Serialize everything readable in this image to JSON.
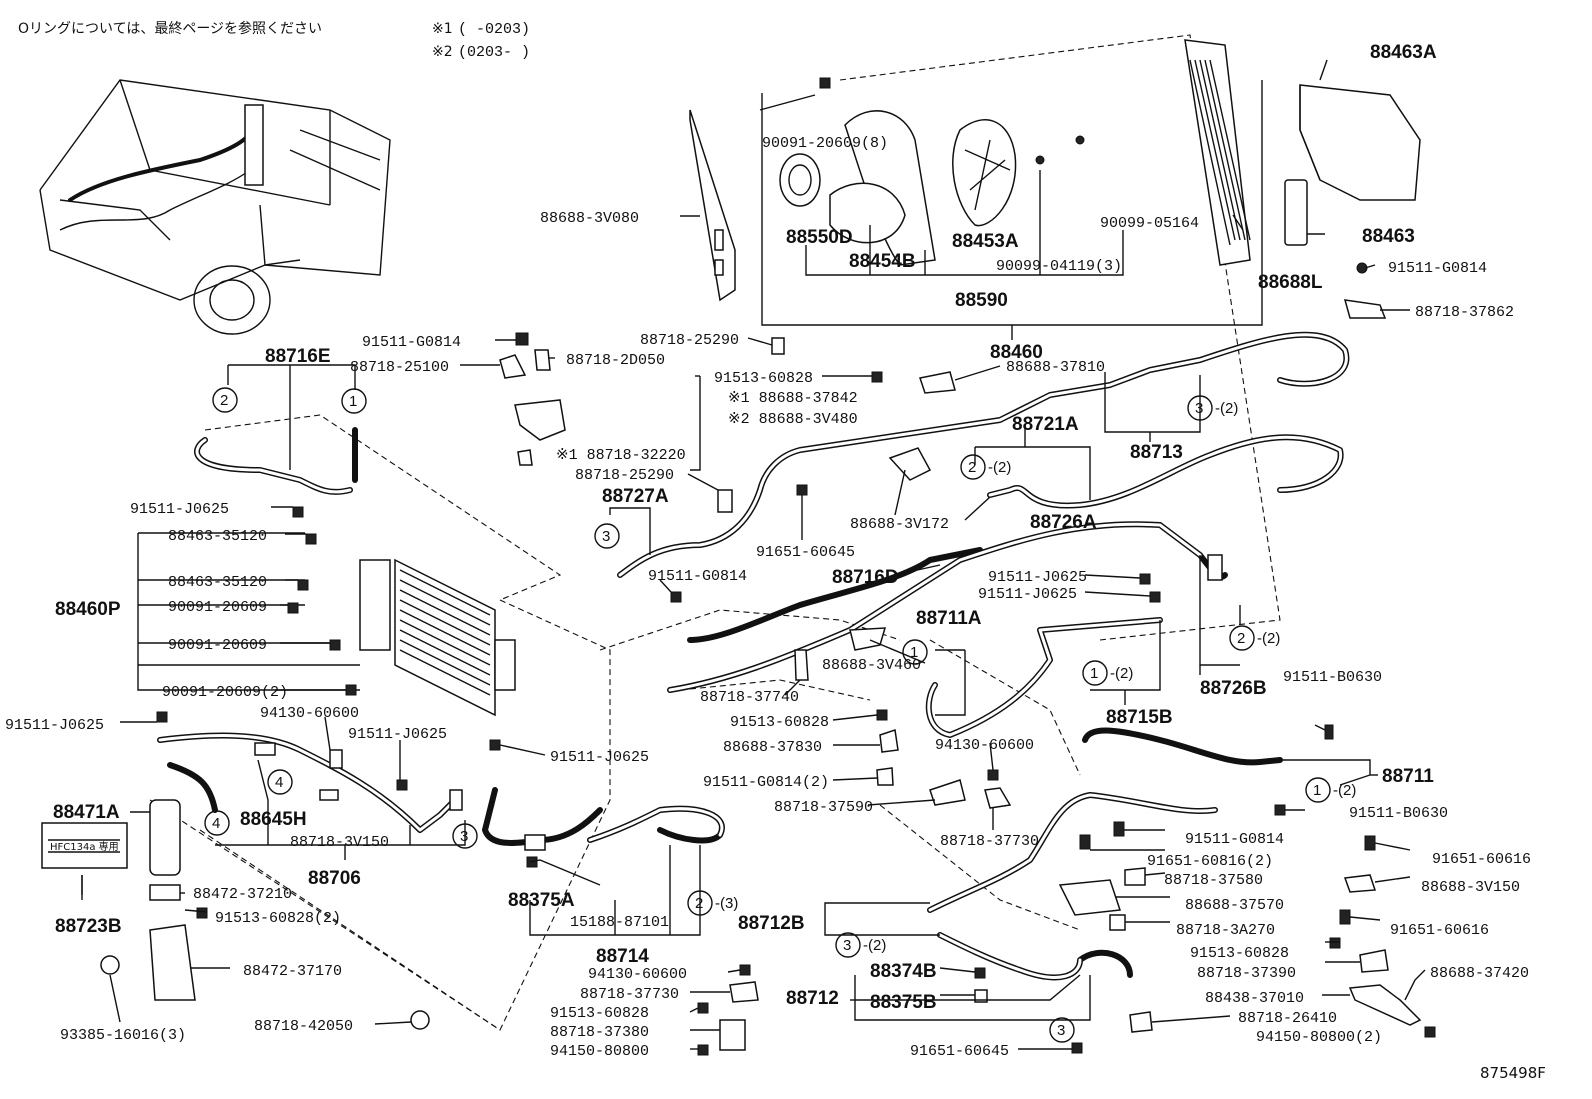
{
  "header": {
    "note": "Oリングについては、最終ページを参照ください",
    "ref1_mark": "※1",
    "ref1_range": "(     -0203)",
    "ref2_mark": "※2",
    "ref2_range": "(0203-      )"
  },
  "footer": {
    "diagram_id": "875498F"
  },
  "label_text": {
    "hfc": "HFC134a 専用"
  },
  "labels": [
    {
      "id": "88463A",
      "text": "88463A"
    },
    {
      "id": "90091-20609-8",
      "text": "90091-20609(8)"
    },
    {
      "id": "88688-3V080",
      "text": "88688-3V080"
    },
    {
      "id": "88550D",
      "text": "88550D"
    },
    {
      "id": "88454B",
      "text": "88454B"
    },
    {
      "id": "88453A",
      "text": "88453A"
    },
    {
      "id": "90099-04119-3",
      "text": "90099-04119(3)"
    },
    {
      "id": "90099-05164",
      "text": "90099-05164"
    },
    {
      "id": "88590",
      "text": "88590"
    },
    {
      "id": "88688L",
      "text": "88688L"
    },
    {
      "id": "88463",
      "text": "88463"
    },
    {
      "id": "91511-G0814-a",
      "text": "91511-G0814"
    },
    {
      "id": "88718-37862",
      "text": "88718-37862"
    },
    {
      "id": "88716E",
      "text": "88716E"
    },
    {
      "id": "91511-G0814-b",
      "text": "91511-G0814"
    },
    {
      "id": "88718-25100",
      "text": "88718-25100"
    },
    {
      "id": "88718-2D050",
      "text": "88718-2D050"
    },
    {
      "id": "88718-25290-a",
      "text": "88718-25290"
    },
    {
      "id": "88460",
      "text": "88460"
    },
    {
      "id": "88688-37810",
      "text": "88688-37810"
    },
    {
      "id": "91513-60828-a",
      "text": "91513-60828"
    },
    {
      "id": "88688-37842",
      "text": "※1 88688-37842"
    },
    {
      "id": "88688-3V480",
      "text": "※2 88688-3V480"
    },
    {
      "id": "88718-32220",
      "text": "※1 88718-32220"
    },
    {
      "id": "88718-25290-b",
      "text": "88718-25290"
    },
    {
      "id": "88721A",
      "text": "88721A"
    },
    {
      "id": "88713",
      "text": "88713"
    },
    {
      "id": "88727A",
      "text": "88727A"
    },
    {
      "id": "91511-J0625-a",
      "text": "91511-J0625"
    },
    {
      "id": "88688-3V172",
      "text": "88688-3V172"
    },
    {
      "id": "88726A",
      "text": "88726A"
    },
    {
      "id": "88463-35120-a",
      "text": "88463-35120"
    },
    {
      "id": "91651-60645-a",
      "text": "91651-60645"
    },
    {
      "id": "88463-35120-b",
      "text": "88463-35120"
    },
    {
      "id": "91511-G0814-c",
      "text": "91511-G0814"
    },
    {
      "id": "88716D",
      "text": "88716D"
    },
    {
      "id": "91511-J0625-b",
      "text": "91511-J0625"
    },
    {
      "id": "88460P",
      "text": "88460P"
    },
    {
      "id": "90091-20609-a",
      "text": "90091-20609"
    },
    {
      "id": "91511-J0625-c",
      "text": "91511-J0625"
    },
    {
      "id": "88711A",
      "text": "88711A"
    },
    {
      "id": "90091-20609-b",
      "text": "90091-20609"
    },
    {
      "id": "88718-37740",
      "text": "88718-37740"
    },
    {
      "id": "88688-3V460",
      "text": "88688-3V460"
    },
    {
      "id": "88726B",
      "text": "88726B"
    },
    {
      "id": "91511-B0630-a",
      "text": "91511-B0630"
    },
    {
      "id": "90091-20609-2",
      "text": "90091-20609(2)"
    },
    {
      "id": "94130-60600-a",
      "text": "94130-60600"
    },
    {
      "id": "88715B",
      "text": "88715B"
    },
    {
      "id": "91511-J0625-d",
      "text": "91511-J0625"
    },
    {
      "id": "91513-60828-b",
      "text": "91513-60828"
    },
    {
      "id": "91511-J0625-e",
      "text": "91511-J0625"
    },
    {
      "id": "88688-37830",
      "text": "88688-37830"
    },
    {
      "id": "94130-60600-b",
      "text": "94130-60600"
    },
    {
      "id": "91511-J0625-f",
      "text": "91511-J0625"
    },
    {
      "id": "91511-G0814-2",
      "text": "91511-G0814(2)"
    },
    {
      "id": "88711",
      "text": "88711"
    },
    {
      "id": "88645H",
      "text": "88645H"
    },
    {
      "id": "88718-37590",
      "text": "88718-37590"
    },
    {
      "id": "91511-B0630-b",
      "text": "91511-B0630"
    },
    {
      "id": "88471A",
      "text": "88471A"
    },
    {
      "id": "88718-3V150",
      "text": "88718-3V150"
    },
    {
      "id": "88718-37730-a",
      "text": "88718-37730"
    },
    {
      "id": "91511-G0814-d",
      "text": "91511-G0814"
    },
    {
      "id": "91651-60816-2",
      "text": "91651-60816(2)"
    },
    {
      "id": "91651-60616-a",
      "text": "91651-60616"
    },
    {
      "id": "88706",
      "text": "88706"
    },
    {
      "id": "88718-37580",
      "text": "88718-37580"
    },
    {
      "id": "88688-3V150",
      "text": "88688-3V150"
    },
    {
      "id": "88472-37210",
      "text": "88472-37210"
    },
    {
      "id": "88375A",
      "text": "88375A"
    },
    {
      "id": "88688-37570",
      "text": "88688-37570"
    },
    {
      "id": "88723B",
      "text": "88723B"
    },
    {
      "id": "91513-60828-2",
      "text": "91513-60828(2)"
    },
    {
      "id": "15188-87101",
      "text": "15188-87101"
    },
    {
      "id": "88712B",
      "text": "88712B"
    },
    {
      "id": "88718-3A270",
      "text": "88718-3A270"
    },
    {
      "id": "91651-60616-b",
      "text": "91651-60616"
    },
    {
      "id": "88714",
      "text": "88714"
    },
    {
      "id": "91513-60828-c",
      "text": "91513-60828"
    },
    {
      "id": "88472-37170",
      "text": "88472-37170"
    },
    {
      "id": "88374B",
      "text": "88374B"
    },
    {
      "id": "88718-37390",
      "text": "88718-37390"
    },
    {
      "id": "88688-37420",
      "text": "88688-37420"
    },
    {
      "id": "94130-60600-c",
      "text": "94130-60600"
    },
    {
      "id": "88712",
      "text": "88712"
    },
    {
      "id": "88375B",
      "text": "88375B"
    },
    {
      "id": "88438-37010",
      "text": "88438-37010"
    },
    {
      "id": "88718-37730-b",
      "text": "88718-37730"
    },
    {
      "id": "93385-16016-3",
      "text": "93385-16016(3)"
    },
    {
      "id": "88718-42050",
      "text": "88718-42050"
    },
    {
      "id": "91513-60828-d",
      "text": "91513-60828"
    },
    {
      "id": "88718-26410",
      "text": "88718-26410"
    },
    {
      "id": "88718-37380",
      "text": "88718-37380"
    },
    {
      "id": "94150-80800-2",
      "text": "94150-80800(2)"
    },
    {
      "id": "94150-80800",
      "text": "94150-80800"
    },
    {
      "id": "91651-60645-b",
      "text": "91651-60645"
    }
  ],
  "callouts": [
    {
      "id": "c2-88716E",
      "num": "2",
      "suffix": ""
    },
    {
      "id": "c1-88716E",
      "num": "1",
      "suffix": ""
    },
    {
      "id": "c3-88713",
      "num": "3",
      "suffix": "-(2)"
    },
    {
      "id": "c2-88721A",
      "num": "2",
      "suffix": "-(2)"
    },
    {
      "id": "c3-88727A",
      "num": "3",
      "suffix": ""
    },
    {
      "id": "c1-88711A",
      "num": "1",
      "suffix": ""
    },
    {
      "id": "c1-88715B",
      "num": "1",
      "suffix": "-(2)"
    },
    {
      "id": "c2-88726B",
      "num": "2",
      "suffix": "-(2)"
    },
    {
      "id": "c4-88645H",
      "num": "4",
      "suffix": ""
    },
    {
      "id": "c4-88706",
      "num": "4",
      "suffix": ""
    },
    {
      "id": "c3-88706",
      "num": "3",
      "suffix": ""
    },
    {
      "id": "c1-88711",
      "num": "1",
      "suffix": "-(2)"
    },
    {
      "id": "c2-88714",
      "num": "2",
      "suffix": "-(3)"
    },
    {
      "id": "c3-88712B",
      "num": "3",
      "suffix": "-(2)"
    },
    {
      "id": "c3-88712",
      "num": "3",
      "suffix": ""
    }
  ]
}
